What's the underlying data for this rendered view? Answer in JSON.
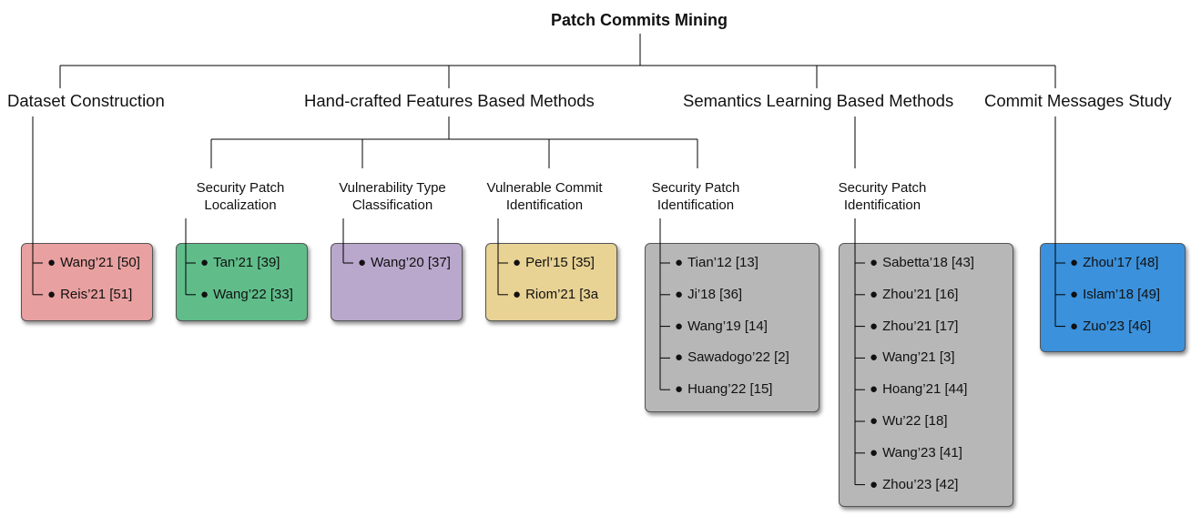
{
  "title": "Patch Commits Mining",
  "categories": [
    {
      "label": "Dataset Construction",
      "subgroups": [
        {
          "label_lines": [],
          "color": "#e8a0a0",
          "items": [
            "Wang’21 [50]",
            "Reis’21 [51]"
          ]
        }
      ]
    },
    {
      "label": "Hand-crafted Features Based Methods",
      "subgroups": [
        {
          "label_lines": [
            "Security Patch",
            "Localization"
          ],
          "color": "#60bd8a",
          "items": [
            "Tan’21 [39]",
            "Wang’22 [33]"
          ]
        },
        {
          "label_lines": [
            "Vulnerability Type",
            "Classification"
          ],
          "color": "#b9a7cc",
          "items": [
            "Wang’20 [37]"
          ]
        },
        {
          "label_lines": [
            "Vulnerable Commit",
            "Identification"
          ],
          "color": "#e8d294",
          "items": [
            "Perl’15 [35]",
            "Riom’21 [3a"
          ]
        },
        {
          "label_lines": [
            "Security Patch",
            "Identification"
          ],
          "color": "#b7b7b7",
          "items": [
            "Tian’12 [13]",
            "Ji’18 [36]",
            "Wang’19 [14]",
            "Sawadogo’22 [2]",
            "Huang’22 [15]"
          ]
        }
      ]
    },
    {
      "label": "Semantics Learning Based Methods",
      "subgroups": [
        {
          "label_lines": [
            "Security Patch",
            "Identification"
          ],
          "color": "#b7b7b7",
          "items": [
            "Sabetta’18 [43]",
            "Zhou’21 [16]",
            "Zhou’21 [17]",
            "Wang’21 [3]",
            "Hoang’21 [44]",
            "Wu’22 [18]",
            "Wang’23 [41]",
            "Zhou’23 [42]"
          ]
        }
      ]
    },
    {
      "label": "Commit Messages Study",
      "subgroups": [
        {
          "label_lines": [],
          "color": "#3b91db",
          "items": [
            "Zhou’17 [48]",
            "Islam’18 [49]",
            "Zuo’23 [46]"
          ]
        }
      ]
    }
  ]
}
